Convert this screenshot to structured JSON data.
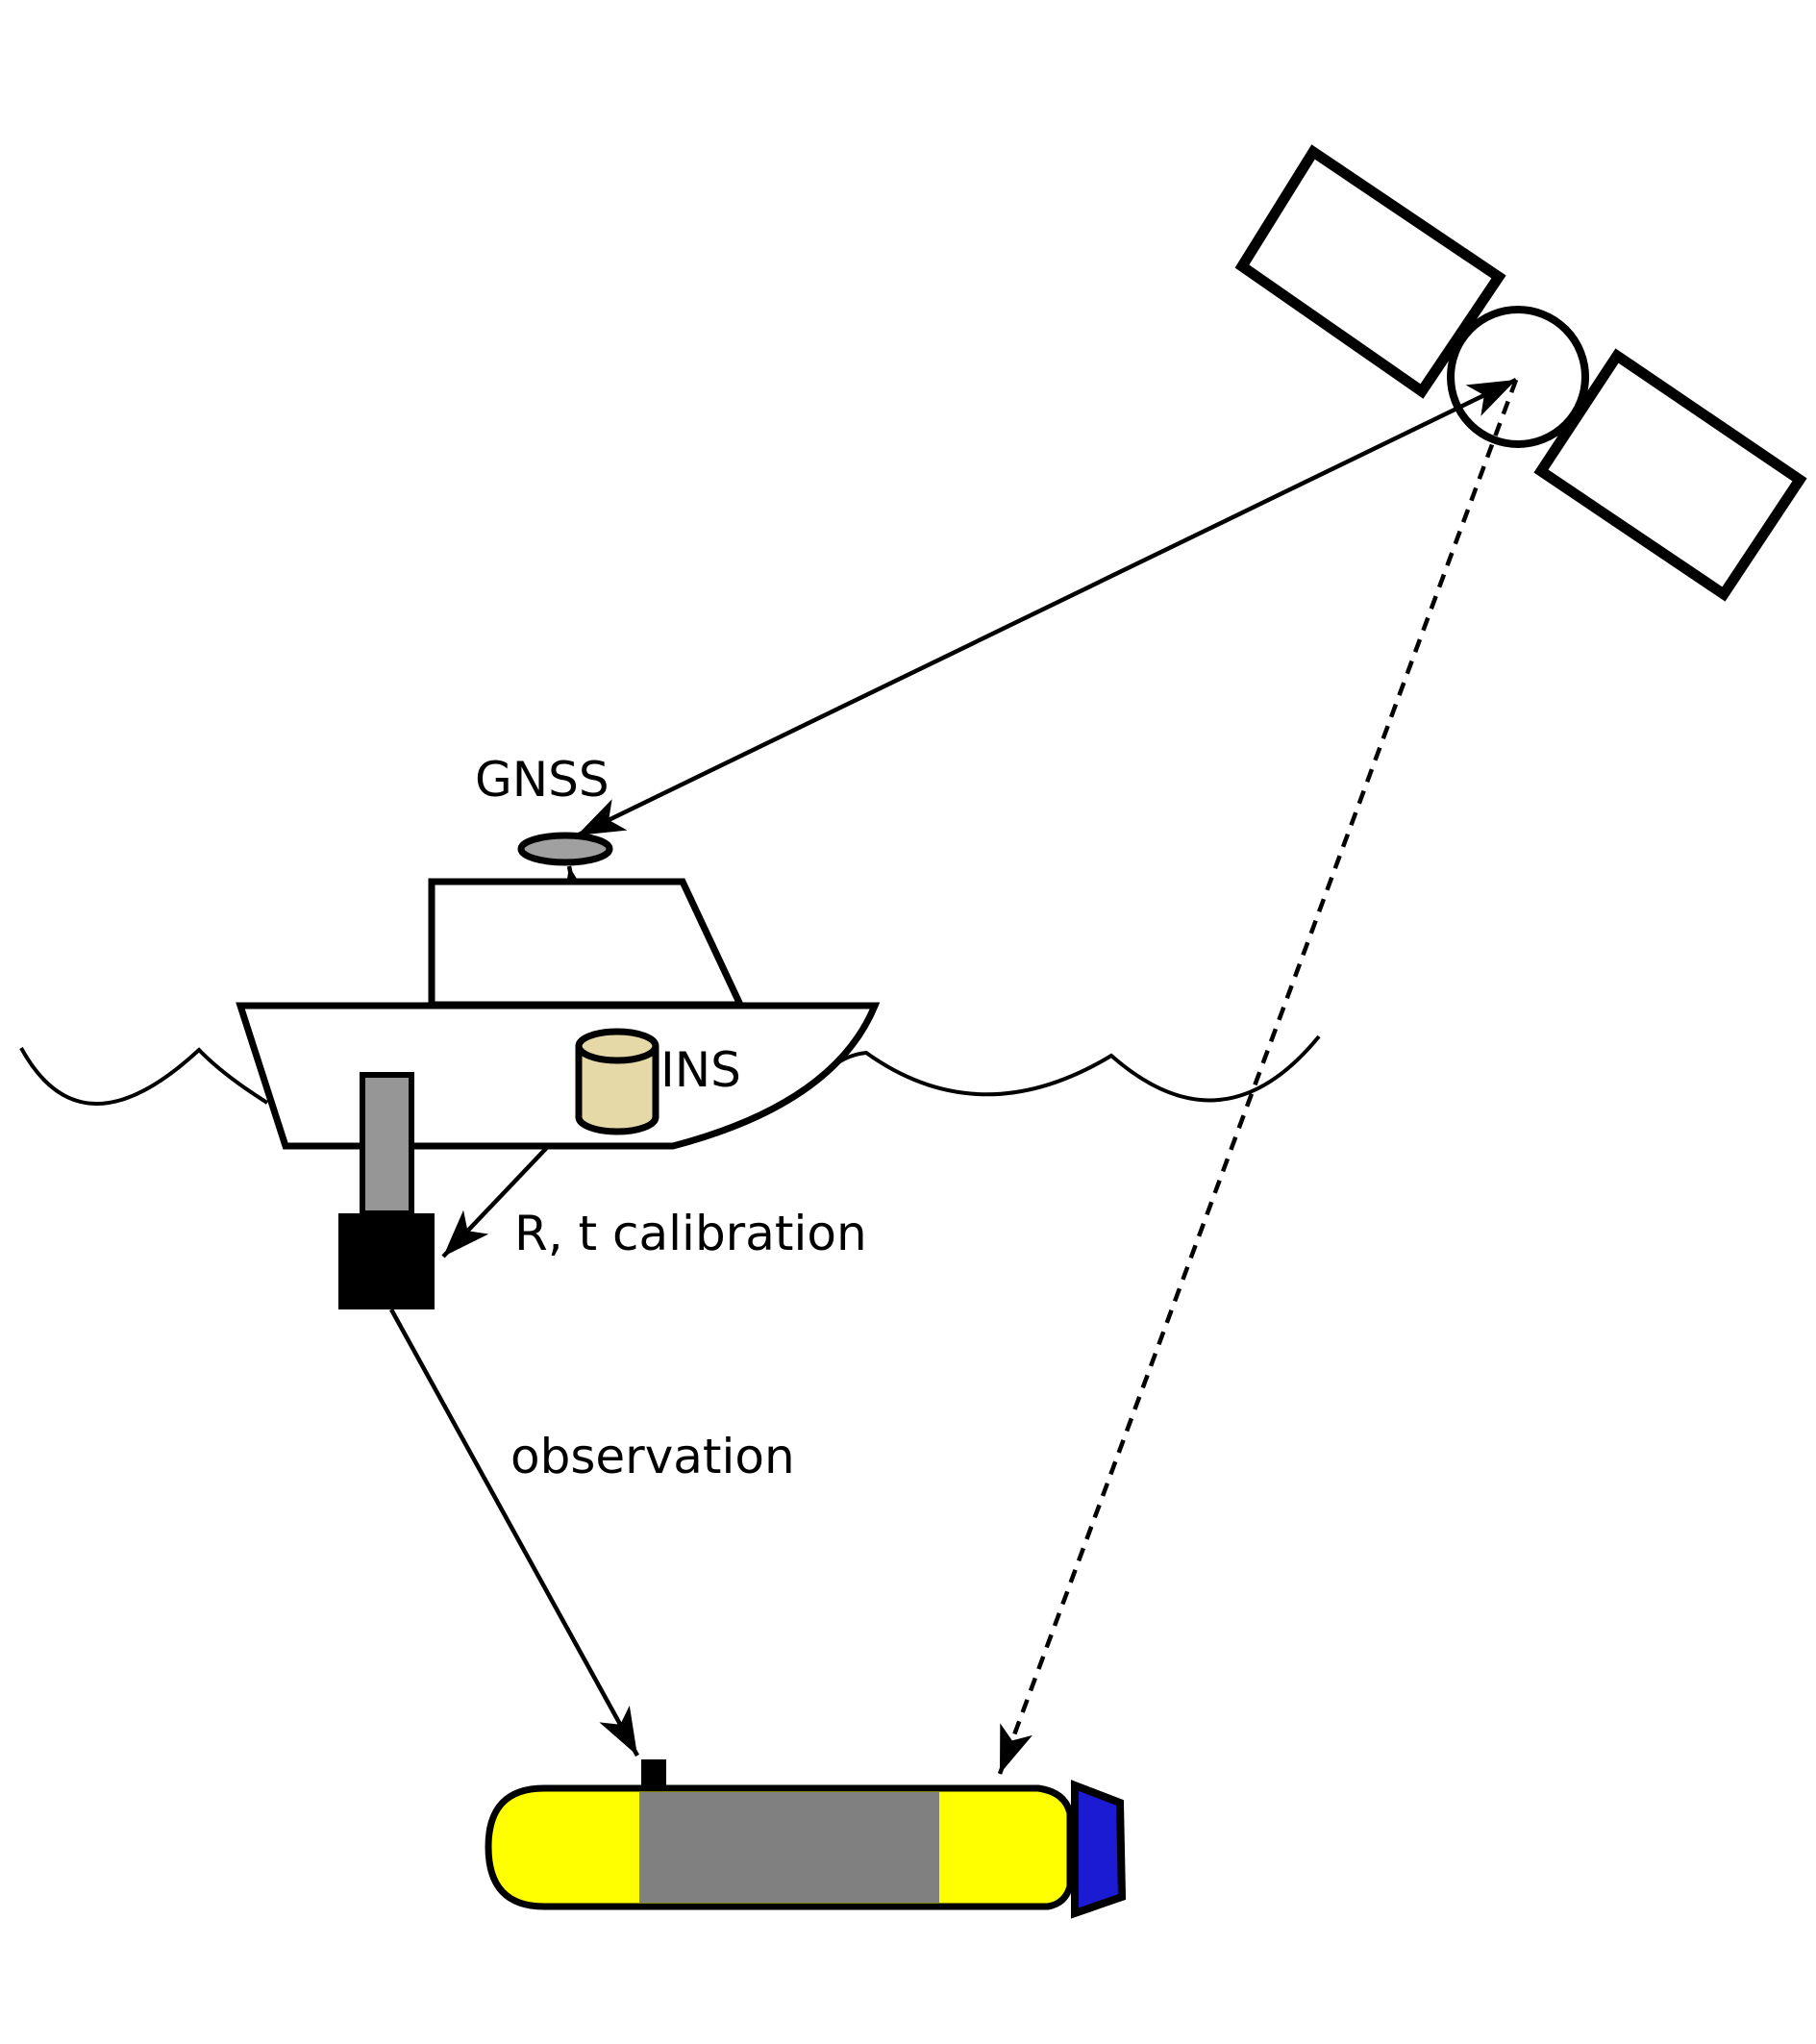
{
  "diagram": {
    "description": "GNSS-INS-transducer AUV positioning diagram",
    "labels": {
      "gnss": "GNSS",
      "ins": "INS",
      "calibration": "R, t calibration",
      "observation": "observation"
    },
    "colors": {
      "background": "#ffffff",
      "line": "#000000",
      "antenna_gray": "#a0a0a0",
      "pole_gray": "#969696",
      "ins_tan": "#e6d9a8",
      "auv_yellow": "#ffff00",
      "auv_gray": "#808080",
      "fin_blue": "#1b1bd4",
      "sensor_black": "#000000",
      "shape_fill": "#ffffff"
    }
  }
}
